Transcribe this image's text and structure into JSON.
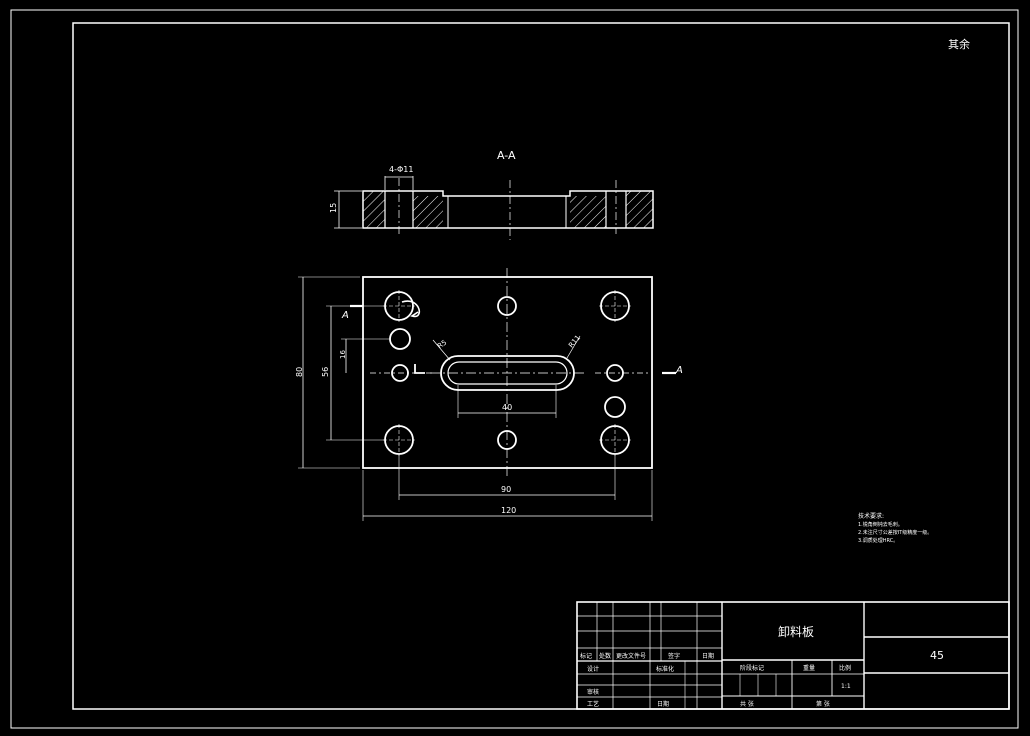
{
  "corner_mark": "其余",
  "section": {
    "title": "A-A",
    "hole_callout": "4-Φ11",
    "thickness": "15"
  },
  "plan": {
    "section_letter_left": "A",
    "section_letter_right": "A",
    "slot_label_left": "R5",
    "slot_label_right": "R11",
    "dims": {
      "height_overall": "80",
      "height_holes": "56",
      "offset_small": "16",
      "slot_length": "40",
      "hole_span": "90",
      "width_overall": "120"
    }
  },
  "notes": {
    "heading": "技术要求:",
    "lines": [
      "1.锐角倒钝去毛刺。",
      "2.未注尺寸公差按IT级精度一级。",
      "3.调质处理HRC。"
    ]
  },
  "title_block": {
    "part_name": "卸料板",
    "drawing_no": "45",
    "rev_headers": [
      "标记",
      "处数",
      "更改文件号",
      "签字",
      "日期"
    ],
    "role_design": "设计",
    "role_standard": "标准化",
    "role_review": "审核",
    "role_process": "工艺",
    "date_label": "日期",
    "stage_label": "阶段标记",
    "weight_label": "重量",
    "scale_label": "比例",
    "scale_value": "1:1",
    "sheets_label": "共 张",
    "sheet_label": "第 张"
  }
}
